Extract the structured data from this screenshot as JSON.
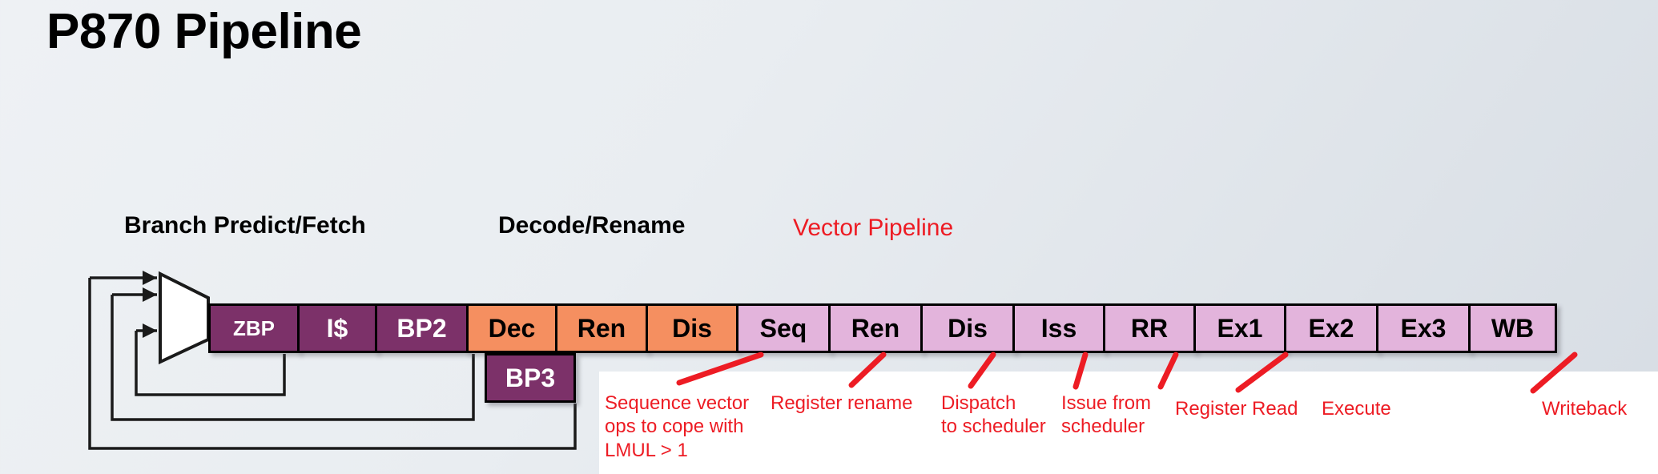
{
  "slide": {
    "title": "P870 Pipeline"
  },
  "section_headers": [
    {
      "id": "branch-predict-fetch",
      "label": "Branch Predict/Fetch",
      "color": "#000000"
    },
    {
      "id": "decode-rename",
      "label": "Decode/Rename",
      "color": "#000000"
    },
    {
      "id": "vector-pipeline",
      "label": "Vector Pipeline",
      "color": "#ED1C24"
    }
  ],
  "palette": {
    "purple": "#7C3169",
    "orange": "#F58F60",
    "pink": "#E3B4DC",
    "red": "#ED1C24",
    "outline": "#000000",
    "panel": "#FFFFFF",
    "background_from": "#EEF1F4",
    "background_to": "#D7DDE4"
  },
  "pipeline": {
    "stages": [
      {
        "label": "ZBP",
        "group": "branch-predict-fetch",
        "color": "purple"
      },
      {
        "label": "I$",
        "group": "branch-predict-fetch",
        "color": "purple"
      },
      {
        "label": "BP2",
        "group": "branch-predict-fetch",
        "color": "purple"
      },
      {
        "label": "Dec",
        "group": "decode-rename",
        "color": "orange"
      },
      {
        "label": "Ren",
        "group": "decode-rename",
        "color": "orange"
      },
      {
        "label": "Dis",
        "group": "decode-rename",
        "color": "orange"
      },
      {
        "label": "Seq",
        "group": "vector-pipeline",
        "color": "pink"
      },
      {
        "label": "Ren",
        "group": "vector-pipeline",
        "color": "pink"
      },
      {
        "label": "Dis",
        "group": "vector-pipeline",
        "color": "pink"
      },
      {
        "label": "Iss",
        "group": "vector-pipeline",
        "color": "pink"
      },
      {
        "label": "RR",
        "group": "vector-pipeline",
        "color": "pink"
      },
      {
        "label": "Ex1",
        "group": "vector-pipeline",
        "color": "pink"
      },
      {
        "label": "Ex2",
        "group": "vector-pipeline",
        "color": "pink"
      },
      {
        "label": "Ex3",
        "group": "vector-pipeline",
        "color": "pink"
      },
      {
        "label": "WB",
        "group": "vector-pipeline",
        "color": "pink"
      }
    ],
    "secondary_stage": {
      "label": "BP3",
      "color": "purple"
    },
    "mux": {
      "name": "mux",
      "inputs": 3
    },
    "feedback_loops": [
      {
        "from": "ZBP",
        "to": "mux"
      },
      {
        "from": "BP2",
        "to": "mux"
      },
      {
        "from": "BP3",
        "to": "mux"
      }
    ]
  },
  "annotations": [
    {
      "id": "seq",
      "target": "Seq",
      "text": "Sequence vector\nops to cope with\nLMUL > 1"
    },
    {
      "id": "ren",
      "target": "Ren",
      "text": "Register rename"
    },
    {
      "id": "dis",
      "target": "Dis",
      "text": "Dispatch\nto scheduler"
    },
    {
      "id": "iss",
      "target": "Iss",
      "text": "Issue from\nscheduler"
    },
    {
      "id": "rr",
      "target": "RR",
      "text": "Register Read"
    },
    {
      "id": "ex",
      "target": "Ex1",
      "text": "Execute"
    },
    {
      "id": "wb",
      "target": "WB",
      "text": "Writeback"
    }
  ]
}
